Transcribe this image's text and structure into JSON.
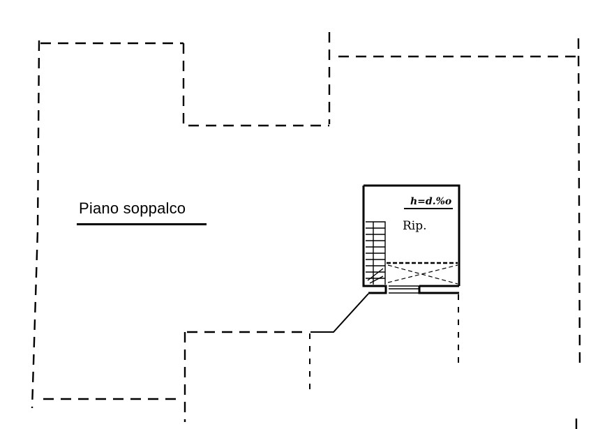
{
  "plan": {
    "title": "Piano soppalco",
    "room": {
      "height_note": "h=d.%o",
      "label": "Rip."
    },
    "colors": {
      "background": "#ffffff",
      "lines": "#000000"
    },
    "elements": [
      "dashed-outline-upper-left",
      "dashed-outline-upper-right",
      "dashed-outline-lower",
      "storage-room-rip",
      "staircase",
      "mezzanine-opening-cross"
    ]
  }
}
